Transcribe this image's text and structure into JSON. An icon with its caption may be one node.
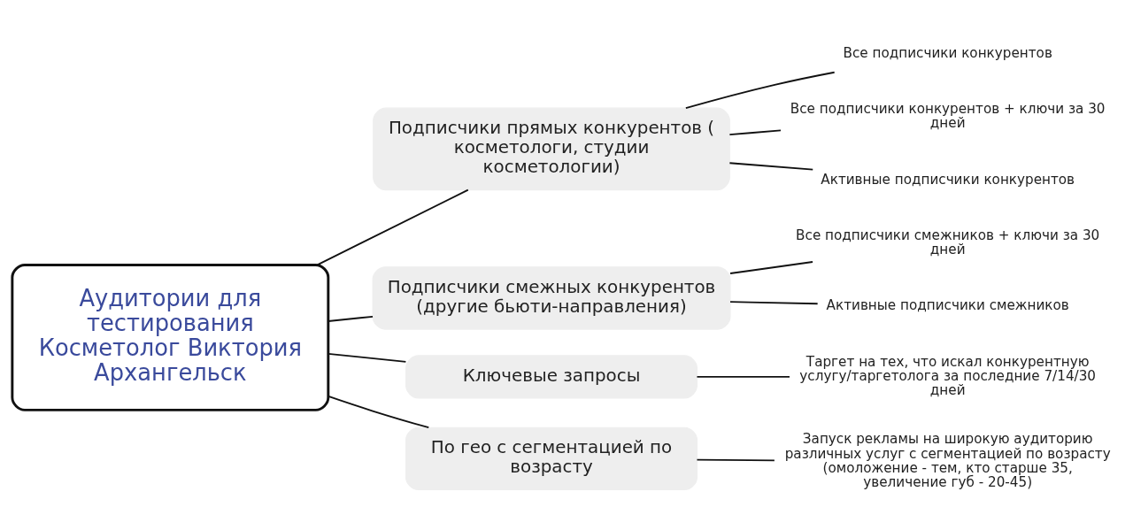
{
  "diagram": {
    "nodes": [
      {
        "text": [
          "Аудитории для тестирования Косметолог Виктория Архангельск"
        ]
      },
      {
        "text": [
          "Подписчики прямых конкурентов ( косметологи, студии косметологии)"
        ]
      },
      {
        "text": [
          "Подписчики смежных конкурентов (другие бьюти-направления)"
        ]
      },
      {
        "text": [
          "Ключевые запросы"
        ]
      },
      {
        "text": [
          "По гео с сегментацией по возрасту"
        ]
      },
      {
        "text": [
          "Все подписчики конкурентов"
        ]
      },
      {
        "text": [
          "Все подписчики конкурентов + ключи за 30 дней"
        ]
      },
      {
        "text": [
          "Активные подписчики конкурентов"
        ]
      },
      {
        "text": [
          "Все подписчики смежников + ключи за 30 дней"
        ]
      },
      {
        "text": [
          "Активные подписчики смежников"
        ]
      },
      {
        "text": [
          "Таргет на тех, что искал конкурентную услугу/таргетолога за последние 7/14/30 дней"
        ]
      },
      {
        "text": [
          "Запуск рекламы на широкую аудиторию различных услуг с сегментацией по возрасту (омоложение - тем, кто старше 35, увеличение губ - 20-45)"
        ]
      }
    ],
    "edges": [
      {
        "from": 0,
        "to": 1,
        "arrow": "none"
      },
      {
        "from": 0,
        "to": 2,
        "arrow": "none"
      },
      {
        "from": 0,
        "to": 3,
        "arrow": "none"
      },
      {
        "from": 0,
        "to": 4,
        "arrow": "none"
      },
      {
        "from": 1,
        "to": 5,
        "arrow": "none"
      },
      {
        "from": 1,
        "to": 6,
        "arrow": "none"
      },
      {
        "from": 1,
        "to": 7,
        "arrow": "none"
      },
      {
        "from": 2,
        "to": 8,
        "arrow": "none"
      },
      {
        "from": 2,
        "to": 9,
        "arrow": "none"
      },
      {
        "from": 3,
        "to": 10,
        "arrow": "none"
      },
      {
        "from": 4,
        "to": 11,
        "arrow": "none"
      }
    ]
  }
}
